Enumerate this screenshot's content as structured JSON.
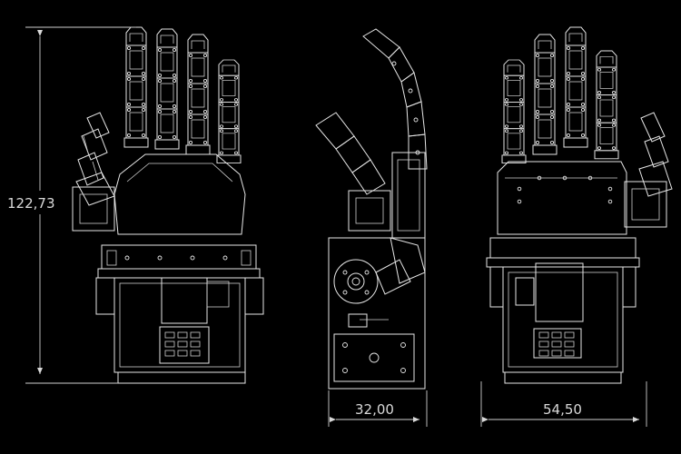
{
  "dimensions": {
    "height": "122,73",
    "side_width": "32,00",
    "back_width": "54,50"
  }
}
